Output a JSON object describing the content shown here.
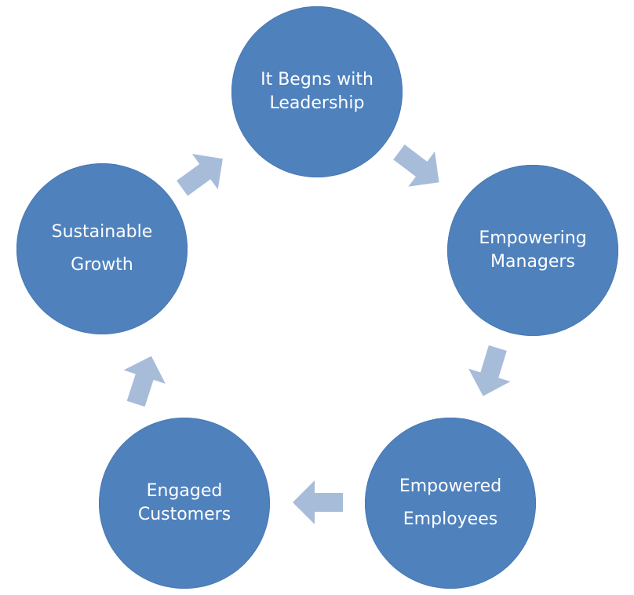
{
  "diagram": {
    "type": "cycle",
    "colors": {
      "node_fill": "#4f81bd",
      "node_text": "#ffffff",
      "arrow_fill": "#a7bcd9",
      "background": "#ffffff"
    },
    "nodes": [
      {
        "id": "leadership",
        "lines": [
          "It Begns with",
          "Leadership"
        ]
      },
      {
        "id": "managers",
        "lines": [
          "Empowering",
          "Managers"
        ]
      },
      {
        "id": "employees",
        "lines": [
          "Empowered",
          "Employees"
        ]
      },
      {
        "id": "customers",
        "lines": [
          "Engaged",
          "Customers"
        ]
      },
      {
        "id": "growth",
        "lines": [
          "Sustainable",
          "Growth"
        ]
      }
    ],
    "arrows": [
      {
        "from": "leadership",
        "to": "managers"
      },
      {
        "from": "managers",
        "to": "employees"
      },
      {
        "from": "employees",
        "to": "customers"
      },
      {
        "from": "customers",
        "to": "growth"
      },
      {
        "from": "growth",
        "to": "leadership"
      }
    ]
  }
}
